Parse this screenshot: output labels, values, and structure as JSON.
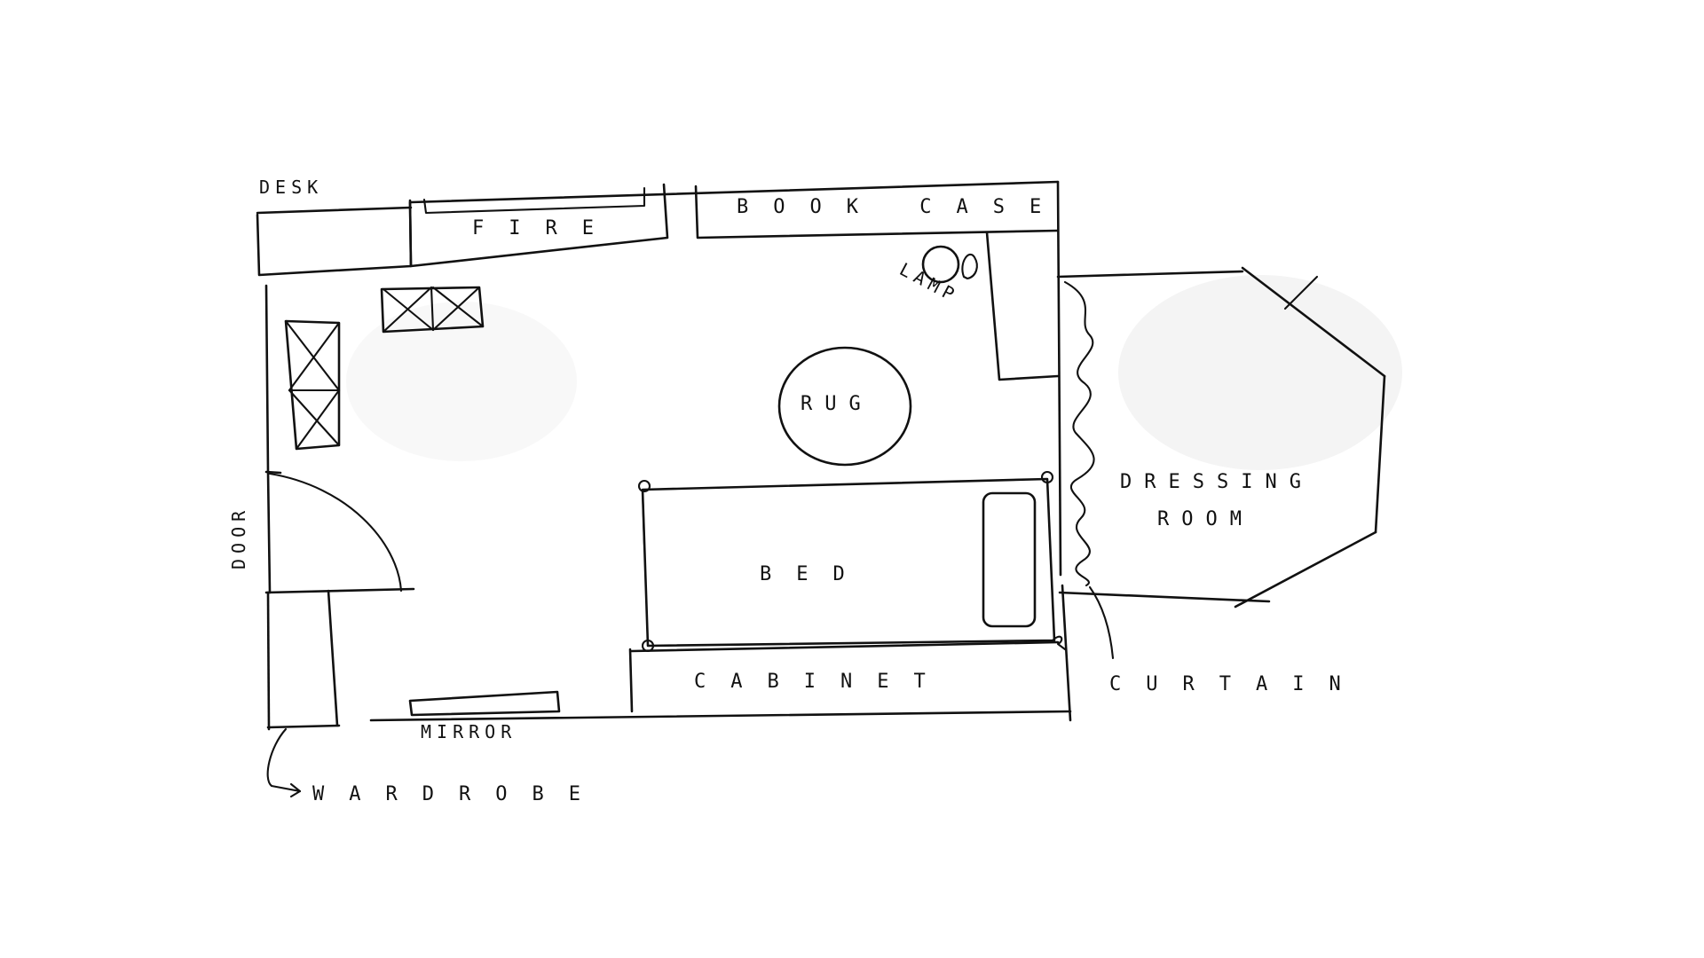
{
  "labels": {
    "desk": "DESK",
    "fire": "FIRE",
    "book_case": "BOOK CASE",
    "lamp": "LAMP",
    "rug": "RUG",
    "door": "DOOR",
    "bed": "BED",
    "cabinet": "CABINET",
    "mirror": "MIRROR",
    "wardrobe": "WARDROBE",
    "dressing_room_line1": "DRESSING",
    "dressing_room_line2": "ROOM",
    "curtain": "CURTAIN"
  },
  "colors": {
    "ink": "#111111",
    "paper": "#ffffff"
  }
}
